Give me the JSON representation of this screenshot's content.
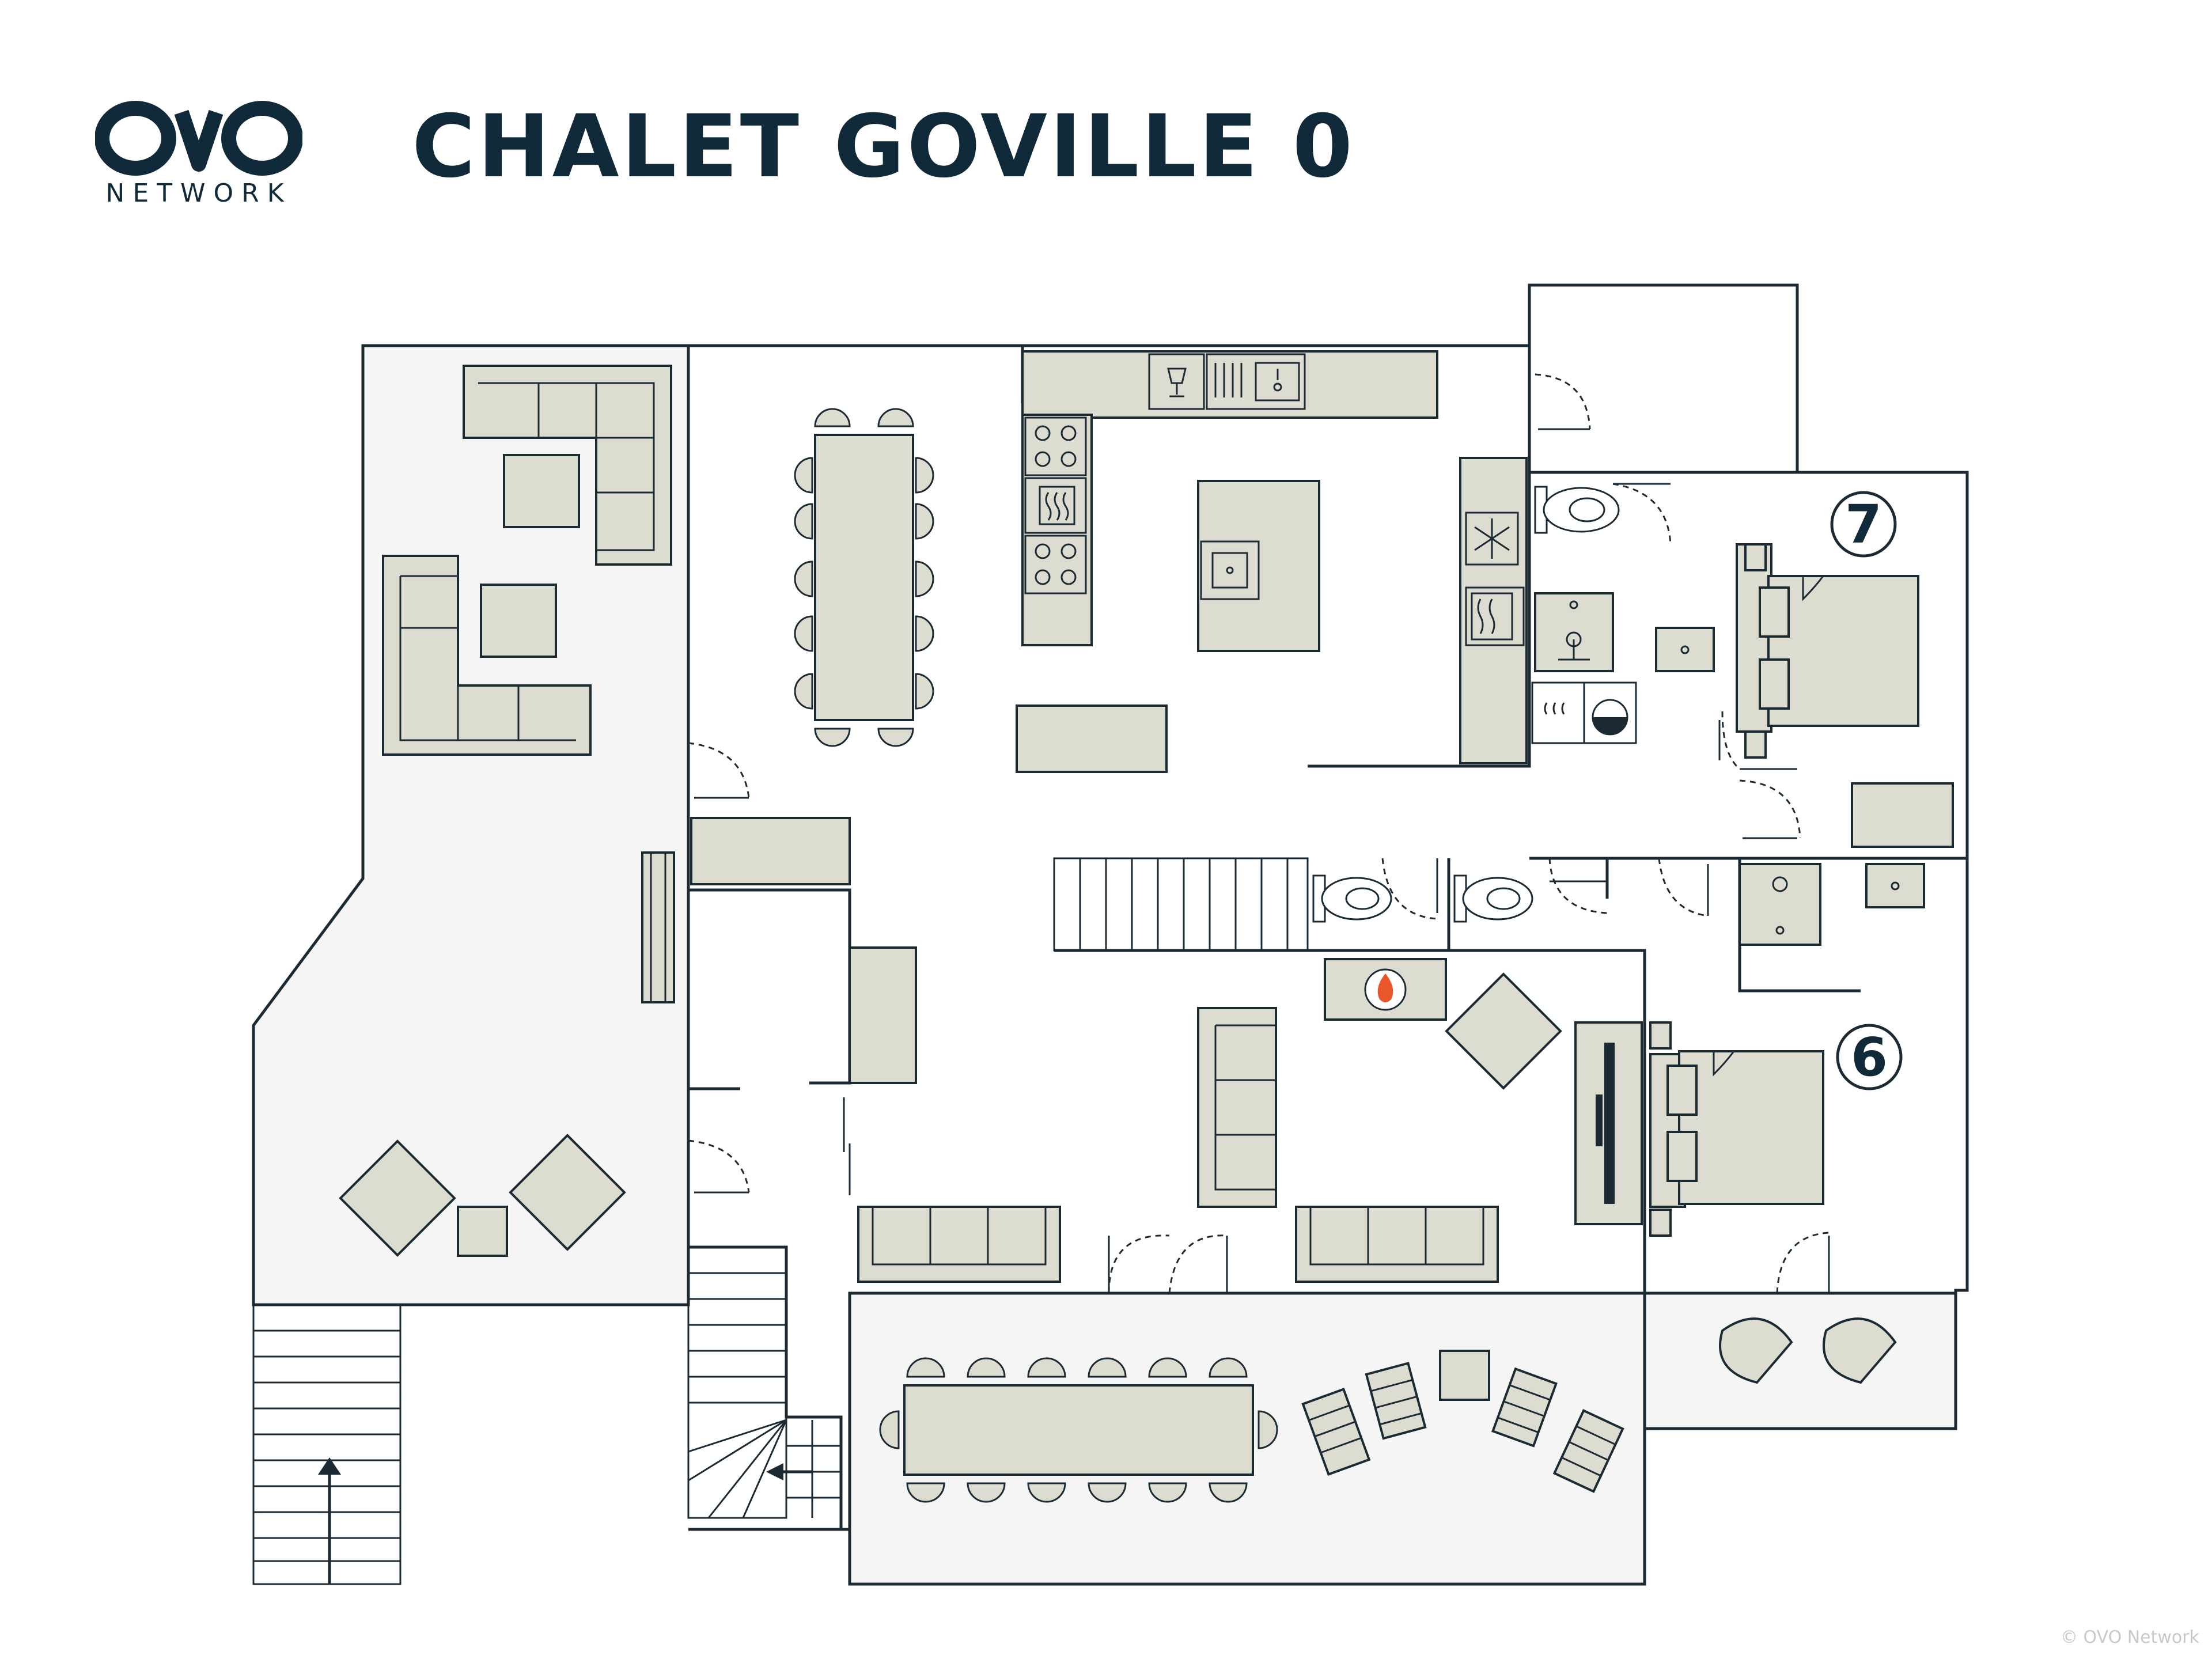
{
  "brand": {
    "logo_text": "NETWORK",
    "color": "#102a3a"
  },
  "title": "CHALET GOVILLE 0",
  "bedrooms": [
    {
      "number": "7"
    },
    {
      "number": "6"
    }
  ],
  "colors": {
    "furniture": "#dcdcd1",
    "outdoor": "#f5f5f5",
    "fire": "#e8562a"
  },
  "icons": [
    "wine-icon",
    "sink-icon",
    "stove-icon",
    "oven-icon",
    "snowflake-icon",
    "microwave-icon",
    "washing-machine-icon",
    "dryer-icon",
    "toilet-icon",
    "fireplace-icon",
    "tv-icon",
    "stairs-up-arrow-icon"
  ],
  "copyright": "© OVO Network"
}
